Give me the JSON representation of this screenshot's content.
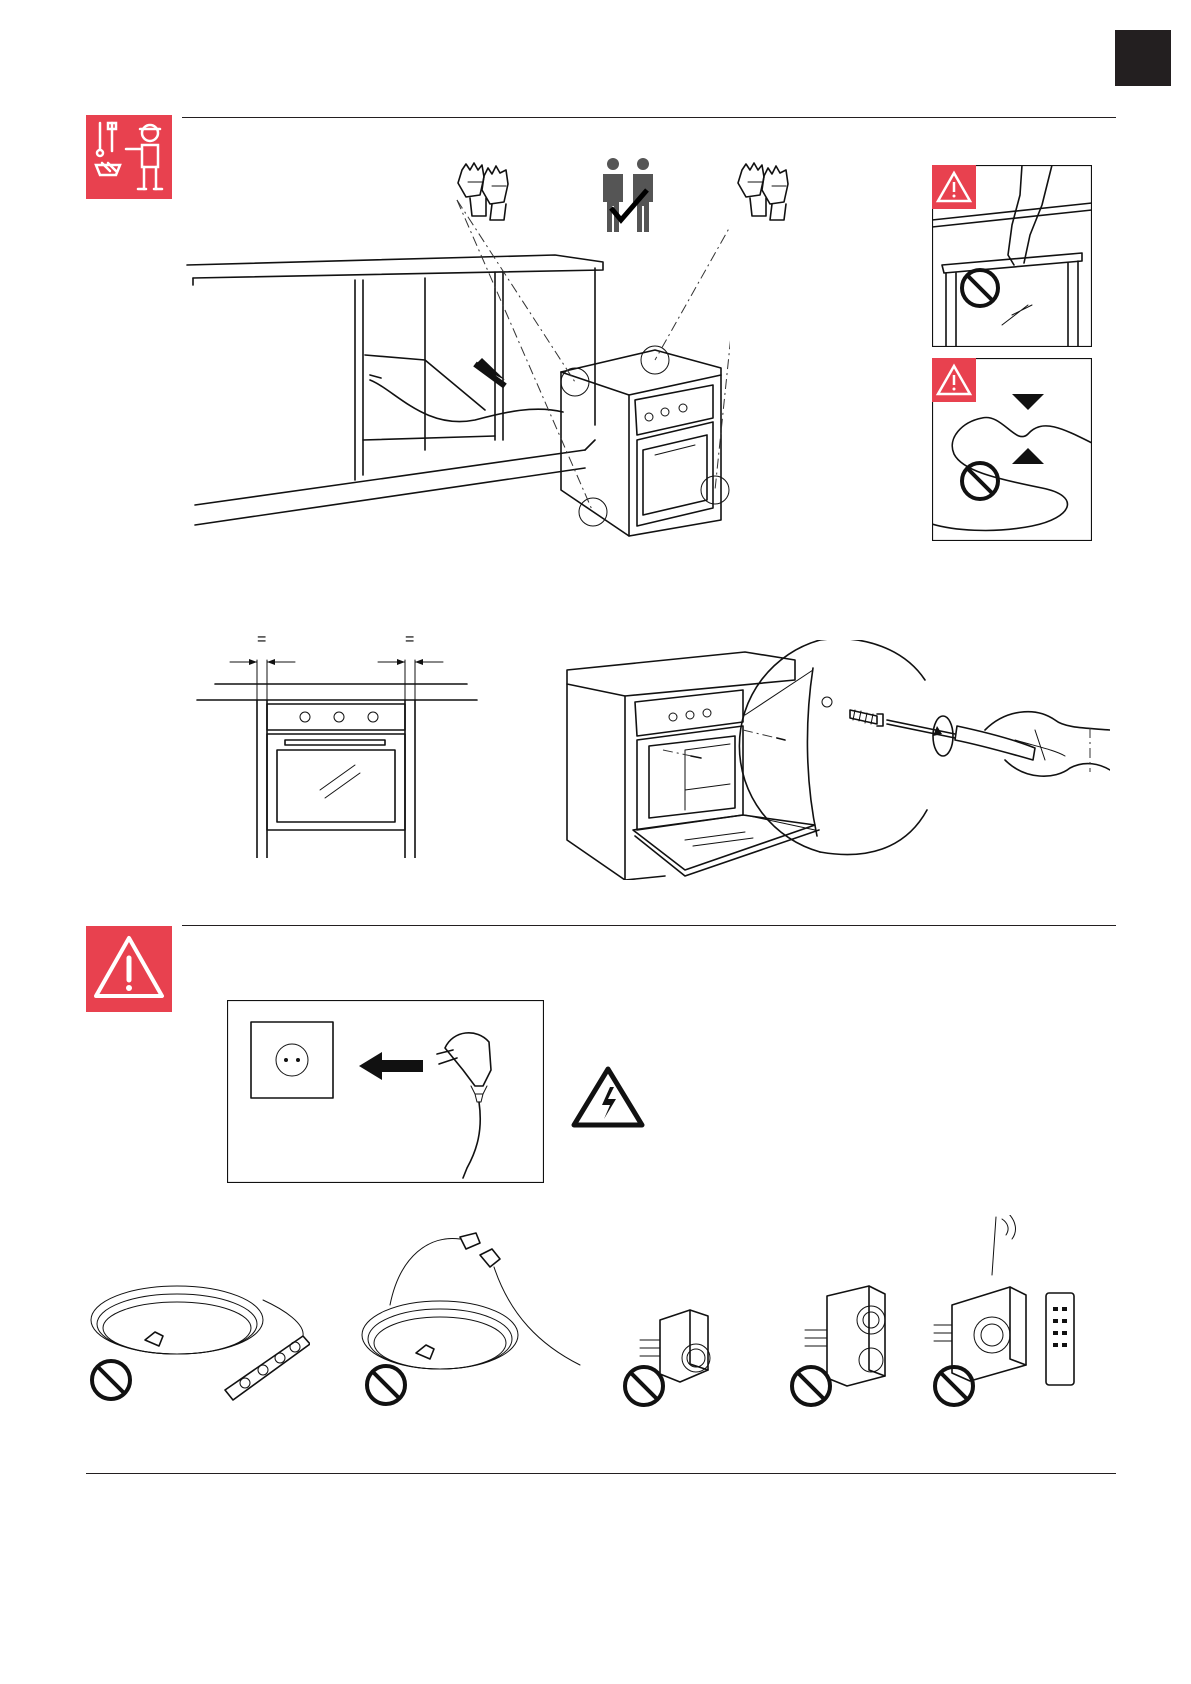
{
  "colors": {
    "accent_red": "#e8414f",
    "ink": "#231f20",
    "paper": "#ffffff"
  },
  "icons": {
    "corner_tab": "black-square-tab",
    "tools_badge": "tools-and-installer-icon",
    "warning_badge": "warning-triangle-icon",
    "electric_hazard": "high-voltage-warning-icon",
    "prohibited": "prohibited-circle-icon",
    "gloves": "protective-gloves-icon",
    "two_persons": "two-persons-check-icon"
  },
  "measurements": {
    "equal_gap_left": "=",
    "equal_gap_right": "="
  },
  "prohibited_items": [
    "extension-cord-with-multi-socket-strip",
    "extension-cord",
    "plug-adapter",
    "timer-adapter",
    "remote-control-socket"
  ]
}
